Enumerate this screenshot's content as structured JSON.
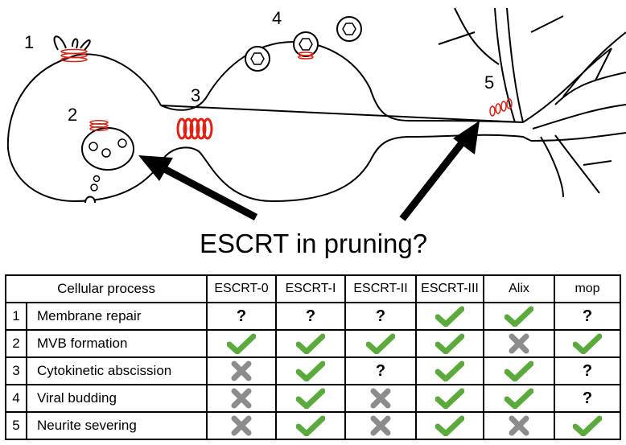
{
  "diagram": {
    "labels": [
      "1",
      "2",
      "3",
      "4",
      "5"
    ],
    "question": "ESCRT in pruning?"
  },
  "table": {
    "header": {
      "process": "Cellular process",
      "columns": [
        "ESCRT-0",
        "ESCRT-I",
        "ESCRT-II",
        "ESCRT-III",
        "Alix",
        "mop"
      ]
    },
    "rows": [
      {
        "num": "1",
        "process": "Membrane repair",
        "values": [
          "?",
          "?",
          "?",
          "check",
          "check",
          "?"
        ]
      },
      {
        "num": "2",
        "process": "MVB formation",
        "values": [
          "check",
          "check",
          "check",
          "check",
          "cross",
          "check"
        ]
      },
      {
        "num": "3",
        "process": "Cytokinetic abscission",
        "values": [
          "cross",
          "check",
          "?",
          "check",
          "check",
          "?"
        ]
      },
      {
        "num": "4",
        "process": "Viral budding",
        "values": [
          "cross",
          "check",
          "cross",
          "check",
          "check",
          "?"
        ]
      },
      {
        "num": "5",
        "process": "Neurite severing",
        "values": [
          "cross",
          "check",
          "cross",
          "check",
          "cross",
          "check"
        ]
      }
    ]
  },
  "colors": {
    "check": "#5aaa3c",
    "cross": "#8c8c8c",
    "ring": "#e02010"
  },
  "icons": {
    "check": "checkmark-icon",
    "cross": "cross-icon",
    "question": "question-mark"
  }
}
